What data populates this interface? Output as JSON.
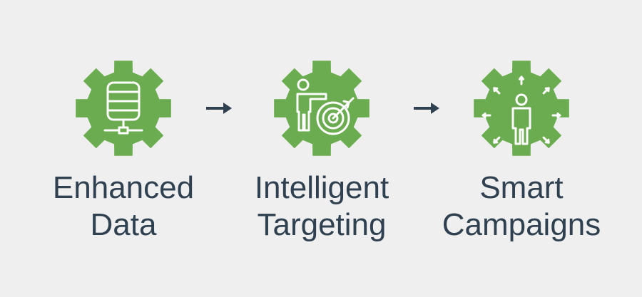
{
  "colors": {
    "background": "#efefef",
    "gear": "#6aac4f",
    "icon_stroke": "#ffffff",
    "text": "#2f4150",
    "arrow": "#2f4150"
  },
  "steps": [
    {
      "line1": "Enhanced",
      "line2": "Data",
      "icon": "database-server-icon"
    },
    {
      "line1": "Intelligent",
      "line2": "Targeting",
      "icon": "person-pointing-target-icon"
    },
    {
      "line1": "Smart",
      "line2": "Campaigns",
      "icon": "person-broadcast-arrows-icon"
    }
  ],
  "connectors": [
    "right-arrow-icon",
    "right-arrow-icon"
  ]
}
